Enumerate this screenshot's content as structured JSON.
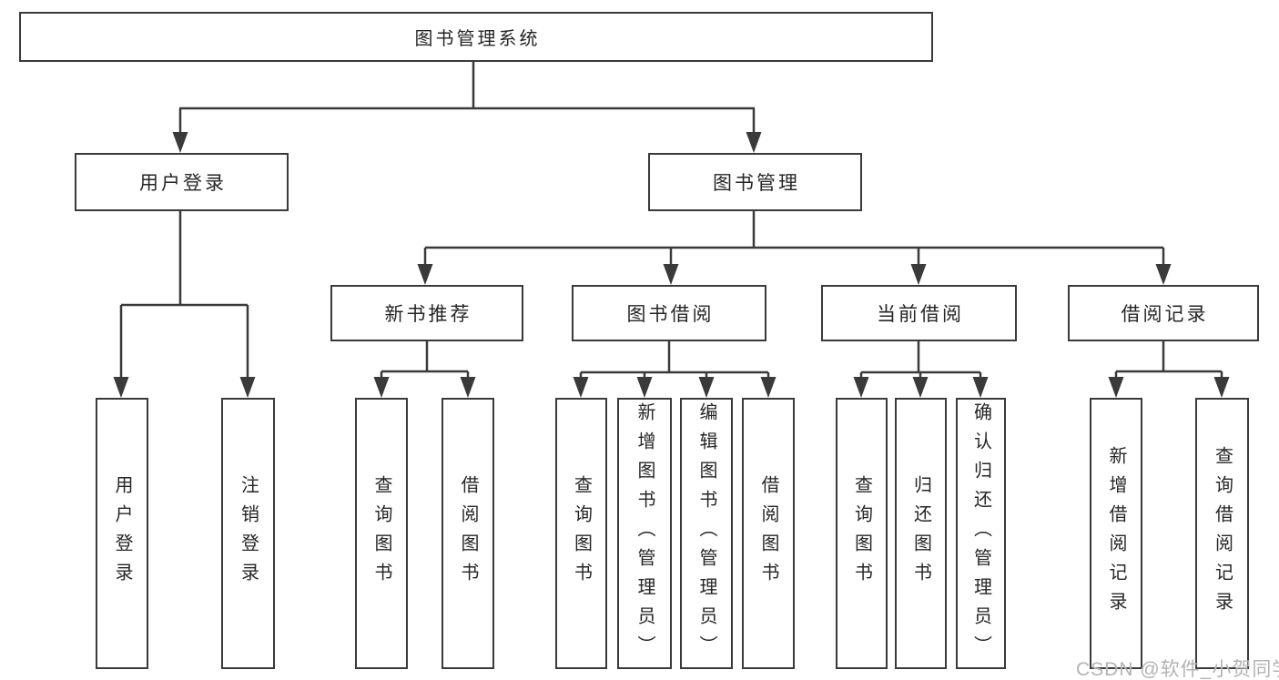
{
  "watermark": "CSDN @软件_小贺同学",
  "colors": {
    "line": "#3a3a3a",
    "border": "#3a3a3a",
    "text": "#262626",
    "watermark": "#b3b3b3",
    "background": "#ffffff"
  },
  "nodes": {
    "root": {
      "label": "图书管理系统"
    },
    "branches": [
      {
        "label": "用户登录"
      },
      {
        "label": "图书管理"
      }
    ],
    "sections": [
      {
        "label": "新书推荐",
        "parent": "图书管理"
      },
      {
        "label": "图书借阅",
        "parent": "图书管理"
      },
      {
        "label": "当前借阅",
        "parent": "图书管理"
      },
      {
        "label": "借阅记录",
        "parent": "图书管理"
      }
    ],
    "leaves": [
      {
        "label": "用户登录",
        "parent": "用户登录"
      },
      {
        "label": "注销登录",
        "parent": "用户登录"
      },
      {
        "label": "查询图书",
        "parent": "新书推荐"
      },
      {
        "label": "借阅图书",
        "parent": "新书推荐"
      },
      {
        "label": "查询图书",
        "parent": "图书借阅"
      },
      {
        "label": "新增图书（管理员）",
        "parent": "图书借阅"
      },
      {
        "label": "编辑图书（管理员）",
        "parent": "图书借阅"
      },
      {
        "label": "借阅图书",
        "parent": "图书借阅"
      },
      {
        "label": "查询图书",
        "parent": "当前借阅"
      },
      {
        "label": "归还图书",
        "parent": "当前借阅"
      },
      {
        "label": "确认归还（管理员）",
        "parent": "当前借阅"
      },
      {
        "label": "新增借阅记录",
        "parent": "借阅记录"
      },
      {
        "label": "查询借阅记录",
        "parent": "借阅记录"
      }
    ]
  }
}
